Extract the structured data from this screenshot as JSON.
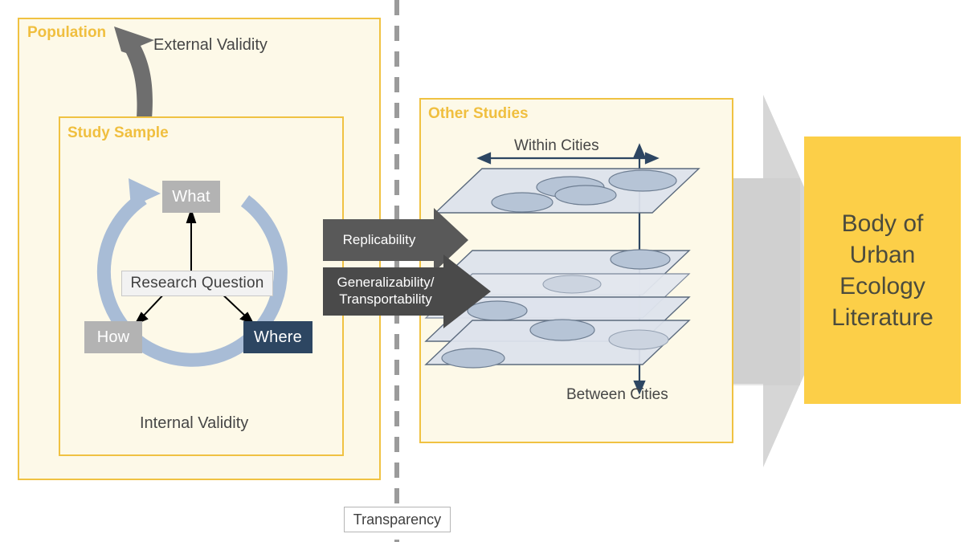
{
  "figure": {
    "title": "Urban ecology research validity and transferability framework"
  },
  "colors": {
    "panel_border": "#f0c242",
    "panel_fill": "#fdf9e8",
    "panel_label": "#f0bf3f",
    "node_grey": "#b3b3b3",
    "node_navy": "#2d4662",
    "node_white": "#f2f2f2",
    "chevron_grey": "#595959",
    "chevron_grey_dark": "#4a4a4a",
    "cycle_arrow": "#a8bcd6",
    "external_arrow": "#6e6e6e",
    "plane_fill": "#dde3ec",
    "plane_stroke": "#5b6a7d",
    "ellipse_fill": "#b6c4d6",
    "axis_arrow": "#2d4662",
    "divider": "#9b9b9b",
    "big_arrow": "#d6d6d6",
    "shadow_block": "#d8d8d8",
    "outcome_fill": "#fccf48",
    "outcome_text": "#4b4b3d",
    "text": "#464646"
  },
  "left_panel": {
    "label": "Population",
    "external_validity_label": "External Validity",
    "inner_panel": {
      "label": "Study Sample",
      "internal_validity_label": "Internal Validity",
      "cycle": {
        "center_label": "Research Question",
        "nodes": [
          {
            "id": "what",
            "label": "What",
            "style": "grey"
          },
          {
            "id": "how",
            "label": "How",
            "style": "grey"
          },
          {
            "id": "where",
            "label": "Where",
            "style": "navy"
          }
        ]
      }
    }
  },
  "divider": {
    "badge_label": "Transparency"
  },
  "bridge_arrows": [
    {
      "id": "replicability",
      "label": "Replicability"
    },
    {
      "id": "generalizability",
      "label": "Generalizability/\nTransportability"
    }
  ],
  "right_panel": {
    "label": "Other Studies",
    "axis_top_label": "Within Cities",
    "axis_bottom_label": "Between Cities",
    "planes": [
      {
        "id": "plane-1",
        "group": "top",
        "ellipse_count": 4
      },
      {
        "id": "plane-2",
        "group": "bottom",
        "ellipse_count": 1
      },
      {
        "id": "plane-3",
        "group": "bottom",
        "ellipse_count": 1
      },
      {
        "id": "plane-4",
        "group": "bottom",
        "ellipse_count": 1
      },
      {
        "id": "plane-5",
        "group": "bottom",
        "ellipse_count": 3
      }
    ]
  },
  "outcome": {
    "label": "Body of\nUrban\nEcology\nLiterature"
  }
}
